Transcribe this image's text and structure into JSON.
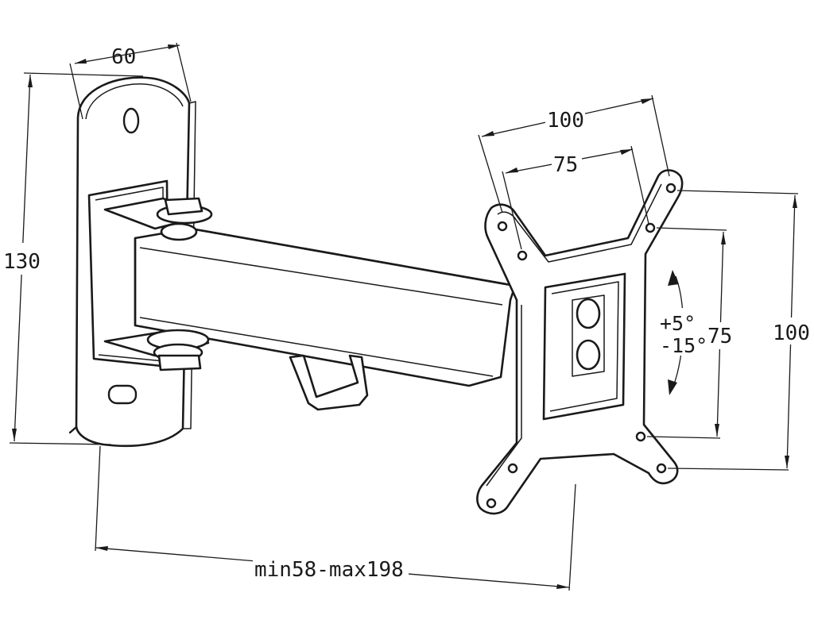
{
  "dimensions": {
    "plate_width": "60",
    "plate_height": "130",
    "vesa_outer_horizontal": "100",
    "vesa_inner_horizontal": "75",
    "vesa_inner_vertical": "75",
    "vesa_outer_vertical": "100",
    "arm_extension": "min58-max198"
  },
  "tilt": {
    "up": "+5°",
    "down": "-15°"
  }
}
